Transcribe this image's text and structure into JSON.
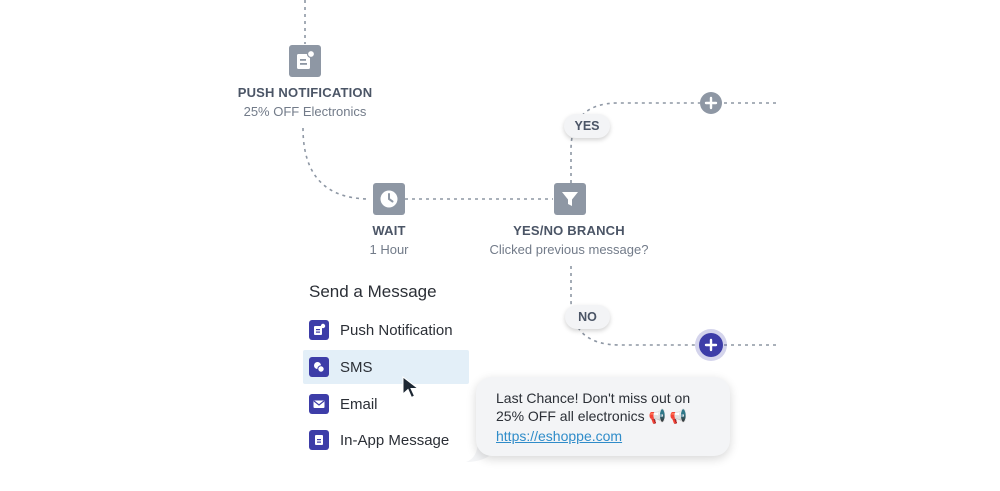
{
  "nodes": {
    "push": {
      "title": "PUSH NOTIFICATION",
      "subtitle": "25% OFF Electronics",
      "icon": "push-notification-icon"
    },
    "wait": {
      "title": "WAIT",
      "subtitle": "1 Hour",
      "icon": "clock-icon"
    },
    "branch": {
      "title": "YES/NO BRANCH",
      "subtitle": "Clicked previous message?",
      "icon": "filter-icon"
    }
  },
  "branches": {
    "yes_label": "YES",
    "no_label": "NO"
  },
  "menu": {
    "title": "Send a Message",
    "items": [
      {
        "label": "Push Notification",
        "icon": "push-notification-icon",
        "selected": false
      },
      {
        "label": "SMS",
        "icon": "sms-icon",
        "selected": true
      },
      {
        "label": "Email",
        "icon": "email-icon",
        "selected": false
      },
      {
        "label": "In-App Message",
        "icon": "in-app-message-icon",
        "selected": false
      }
    ]
  },
  "preview": {
    "text": "Last Chance! Don't miss out on 25% OFF all electronics 📢 📢",
    "link": "https://eshoppe.com"
  },
  "colors": {
    "node_gray": "#8e97a4",
    "accent": "#3d3da8",
    "selected_bg": "#e3eff8",
    "link": "#2f8cc9"
  }
}
